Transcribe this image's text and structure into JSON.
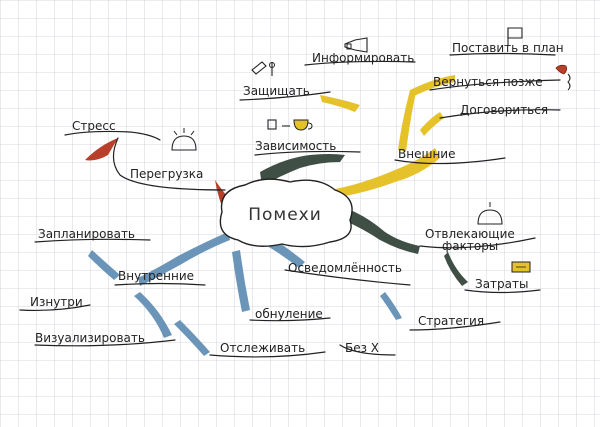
{
  "center": "Помехи",
  "branches": {
    "stress": "Стресс",
    "overload": "Перегрузка",
    "dependence": "Зависимость",
    "defend": "Защищать",
    "inform": "Информировать",
    "external": "Внешние",
    "put_in_plan": "Поставить в план",
    "return_later": "Вернуться позже",
    "agree": "Договориться",
    "distracting": "Отвлекающие",
    "factors": "факторы",
    "costs": "Затраты",
    "awareness": "Осведомлённость",
    "strategy": "Стратегия",
    "no_x": "Без Х",
    "reset": "обнуление",
    "track": "Отслеживать",
    "visualize": "Визуализировать",
    "internal": "Внутренние",
    "from_inside": "Изнутри",
    "plan": "Запланировать"
  },
  "colors": {
    "grid": "#c9ccd6",
    "red": "#b8402a",
    "yellow": "#e6c22a",
    "dark_green": "#3f4f45",
    "blue": "#6a95b8",
    "ink": "#222222"
  },
  "icons": [
    "megaphone-icon",
    "flag-icon",
    "tools-icon",
    "coffee-cup-icon",
    "alarm-bell-icon",
    "red-phone-icon",
    "money-icon"
  ]
}
